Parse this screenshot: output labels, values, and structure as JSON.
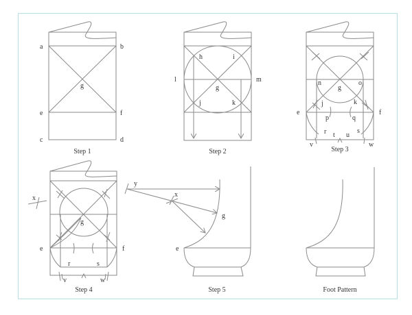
{
  "colors": {
    "line": "#8a8a8a",
    "frame": "#b9e0e6",
    "text": "#333333"
  },
  "captions": {
    "step1": "Step 1",
    "step2": "Step 2",
    "step3": "Step 3",
    "step4": "Step 4",
    "step5": "Step 5",
    "foot": "Foot Pattern"
  },
  "labels": {
    "a": "a",
    "b": "b",
    "c": "c",
    "d": "d",
    "e": "e",
    "f": "f",
    "g": "g",
    "h": "h",
    "i": "i",
    "j": "j",
    "k": "k",
    "l": "l",
    "m": "m",
    "n": "n",
    "o": "o",
    "p": "p",
    "q": "q",
    "r": "r",
    "s": "s",
    "t": "t",
    "u": "u",
    "v": "v",
    "w": "w",
    "x": "x",
    "y": "y"
  }
}
